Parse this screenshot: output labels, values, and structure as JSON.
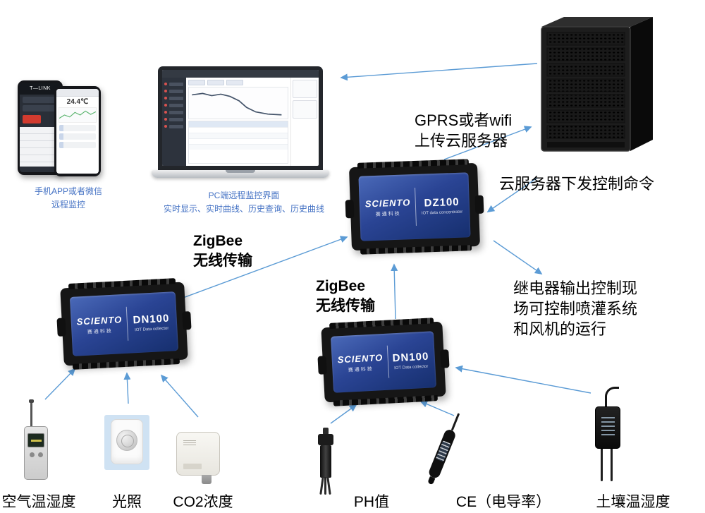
{
  "colors": {
    "arrow": "#5b9bd5",
    "caption_blue": "#4472c4",
    "panel_blue": "#24418f"
  },
  "phone": {
    "app_name": "T—LINK",
    "reading": "24.4℃",
    "caption_line1": "手机APP或者微信",
    "caption_line2": "远程监控"
  },
  "pc": {
    "caption_line1": "PC端远程监控界面",
    "caption_line2": "实时显示、实时曲线、历史查询、历史曲线"
  },
  "server_label": {
    "upload_line1": "GPRS或者wifi",
    "upload_line2": "上传云服务器",
    "command": "云服务器下发控制命令"
  },
  "zigbee_left": {
    "line1": "ZigBee",
    "line2": "无线传输"
  },
  "zigbee_right": {
    "line1": "ZigBee",
    "line2": "无线传输"
  },
  "relay": {
    "line1": "继电器输出控制现",
    "line2": "场可控制喷灌系统",
    "line3": "和风机的运行"
  },
  "devices": {
    "dz100": {
      "brand": "SCIENTO",
      "brand_sub": "赛通科技",
      "model": "DZ100",
      "subtitle": "IOT data concentrator"
    },
    "dn100_left": {
      "brand": "SCIENTO",
      "brand_sub": "赛通科技",
      "model": "DN100",
      "subtitle": "IOT Data collector"
    },
    "dn100_right": {
      "brand": "SCIENTO",
      "brand_sub": "赛通科技",
      "model": "DN100",
      "subtitle": "IOT Data collector"
    }
  },
  "sensors": [
    {
      "label": "空气温湿度"
    },
    {
      "label": "光照"
    },
    {
      "label": "CO2浓度"
    },
    {
      "label": "PH值"
    },
    {
      "label": "CE（电导率）"
    },
    {
      "label": "土壤温湿度"
    }
  ]
}
